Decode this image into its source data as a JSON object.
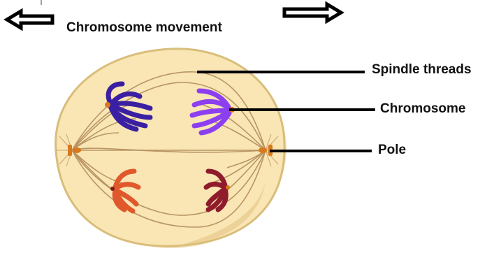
{
  "title": "Chromosome movement",
  "labels": {
    "spindle": "Spindle threads",
    "chromosome": "Chromosome",
    "pole": "Pole"
  },
  "colors": {
    "cell_fill": "#f9e6b4",
    "cell_outline": "#d9bd7a",
    "spindle": "#b89564",
    "pole": "#d9781c",
    "chromosome_top_left": "#3b1fa3",
    "chromosome_top_right": "#8c3ff0",
    "chromosome_bottom_left": "#e0582b",
    "chromosome_bottom_right": "#8f1b2c",
    "pointer": "#000000"
  },
  "icons": [
    "left-arrow-icon",
    "right-arrow-icon"
  ]
}
